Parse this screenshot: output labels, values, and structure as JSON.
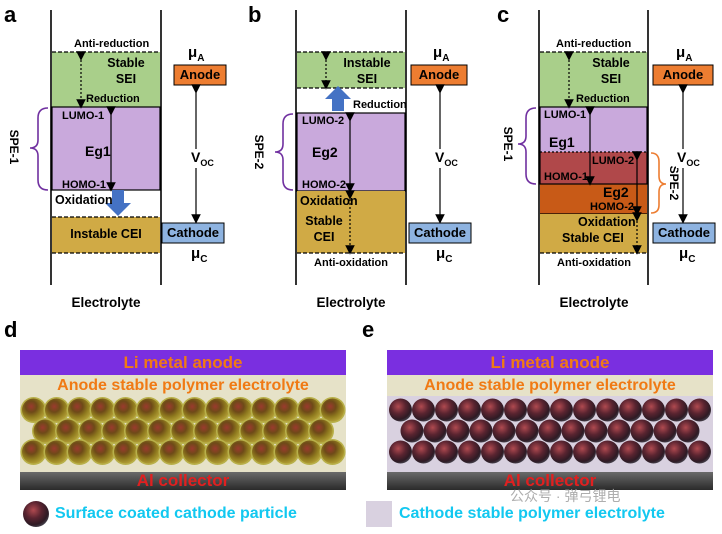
{
  "panel_labels": {
    "a": "a",
    "b": "b",
    "c": "c",
    "d": "d",
    "e": "e"
  },
  "panel_a": {
    "anti_reduction": "Anti-reduction",
    "stable_sei": [
      "Stable",
      "SEI"
    ],
    "reduction": "Reduction",
    "lumo": "LUMO-1",
    "homo": "HOMO-1",
    "gap": "Eg1",
    "oxidation": "Oxidation",
    "cei": "Instable CEI",
    "spe": "SPE-1",
    "anode": "Anode",
    "cathode": "Cathode",
    "mu_a": "μ",
    "mu_a_sub": "A",
    "mu_c": "μ",
    "mu_c_sub": "C",
    "voc": "V",
    "voc_sub": "OC",
    "electrolyte": "Electrolyte"
  },
  "panel_b": {
    "instable_sei": [
      "Instable",
      "SEI"
    ],
    "reduction": "Reduction",
    "lumo": "LUMO-2",
    "homo": "HOMO-2",
    "gap": "Eg2",
    "oxidation": "Oxidation",
    "stable_cei": [
      "Stable",
      "CEI"
    ],
    "anti_oxidation": "Anti-oxidation",
    "spe": "SPE-2",
    "anode": "Anode",
    "cathode": "Cathode",
    "mu_a": "μ",
    "mu_a_sub": "A",
    "mu_c": "μ",
    "mu_c_sub": "C",
    "voc": "V",
    "voc_sub": "OC",
    "electrolyte": "Electrolyte"
  },
  "panel_c": {
    "anti_reduction": "Anti-reduction",
    "stable_sei": [
      "Stable",
      "SEI"
    ],
    "reduction": "Reduction",
    "lumo1": "LUMO-1",
    "gap1": "Eg1",
    "lumo2": "LUMO-2",
    "homo1": "HOMO-1",
    "gap2": "Eg2",
    "homo2": "HOMO-2",
    "oxidation": "Oxidation",
    "stable_cei": "Stable CEI",
    "anti_oxidation": "Anti-oxidation",
    "spe1": "SPE-1",
    "spe2": "SPE-2",
    "anode": "Anode",
    "cathode": "Cathode",
    "mu_a": "μ",
    "mu_a_sub": "A",
    "mu_c": "μ",
    "mu_c_sub": "C",
    "voc": "V",
    "voc_sub": "OC",
    "electrolyte": "Electrolyte"
  },
  "panel_d": {
    "anode": "Li metal anode",
    "anode_spe": "Anode stable polymer electrolyte",
    "collector": "Al collector"
  },
  "panel_e": {
    "anode": "Li metal anode",
    "anode_spe": "Anode stable polymer electrolyte",
    "collector": "Al collector"
  },
  "legend": {
    "particle": "Surface coated cathode particle",
    "cathode_spe": "Cathode stable polymer electrolyte"
  },
  "watermark": "公众号 · 弹弓锂电",
  "colors": {
    "sei_green": "#a9cf8a",
    "homo_lumo_purple": "#c9a9dc",
    "cei_gold": "#d0aa45",
    "eg2_red": "#b0484a",
    "eg2_orange": "#c85a17",
    "anode_orange": "#ed7d31",
    "cathode_blue": "#8eb3e0",
    "spe1_purple": "#7030a0",
    "spe2_orange": "#ed7d31",
    "arrow_blue": "#4472c4",
    "li_anode_purple": "#7a2fe0",
    "anode_spe_cream": "#e6e2c8",
    "cathode_spe_lilac": "#d9d1e0",
    "collector_dark": "#3d3d3d",
    "text_orange": "#f07a14",
    "text_red": "#e02020",
    "text_cyan": "#12c8f0"
  }
}
